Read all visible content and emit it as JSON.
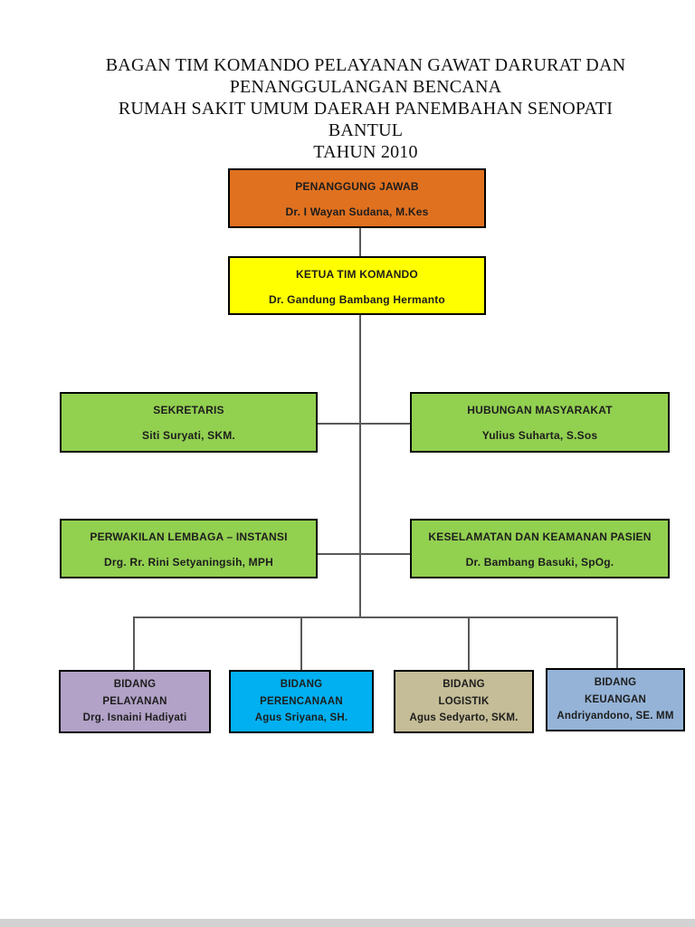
{
  "page": {
    "title_lines": [
      "BAGAN TIM KOMANDO PELAYANAN GAWAT DARURAT DAN",
      "PENANGGULANGAN BENCANA",
      "RUMAH SAKIT UMUM DAERAH PANEMBAHAN SENOPATI BANTUL",
      "TAHUN 2010"
    ]
  },
  "colors": {
    "penanggung_jawab": "#E0711F",
    "ketua": "#FFFF00",
    "green_box": "#92D050",
    "bidang_pelayanan": "#B2A2C7",
    "bidang_perencanaan": "#00B0F0",
    "bidang_logistik": "#C4BD97",
    "bidang_keuangan": "#95B3D7",
    "connector": "#595959"
  },
  "nodes": {
    "penanggung_jawab": {
      "title": "PENANGGUNG JAWAB",
      "name": "Dr. I Wayan Sudana, M.Kes"
    },
    "ketua": {
      "title": "KETUA TIM KOMANDO",
      "name": "Dr. Gandung Bambang Hermanto"
    },
    "sekretaris": {
      "title": "SEKRETARIS",
      "name": "Siti Suryati, SKM."
    },
    "humas": {
      "title": "HUBUNGAN MASYARAKAT",
      "name": "Yulius Suharta, S.Sos"
    },
    "perwakilan": {
      "title": "PERWAKILAN LEMBAGA – INSTANSI",
      "name": "Drg. Rr. Rini Setyaningsih, MPH"
    },
    "keselamatan": {
      "title": "KESELAMATAN DAN KEAMANAN PASIEN",
      "name": "Dr. Bambang Basuki, SpOg."
    },
    "bidang_pelayanan": {
      "line1": "BIDANG",
      "line2": "PELAYANAN",
      "line3": "Drg. Isnaini Hadiyati"
    },
    "bidang_perencanaan": {
      "line1": "BIDANG",
      "line2": "PERENCANAAN",
      "line3": "Agus Sriyana, SH."
    },
    "bidang_logistik": {
      "line1": "BIDANG",
      "line2": "LOGISTIK",
      "line3": "Agus Sedyarto, SKM."
    },
    "bidang_keuangan": {
      "line1": "BIDANG",
      "line2": "KEUANGAN",
      "line3": "Andriyandono, SE. MM"
    }
  }
}
